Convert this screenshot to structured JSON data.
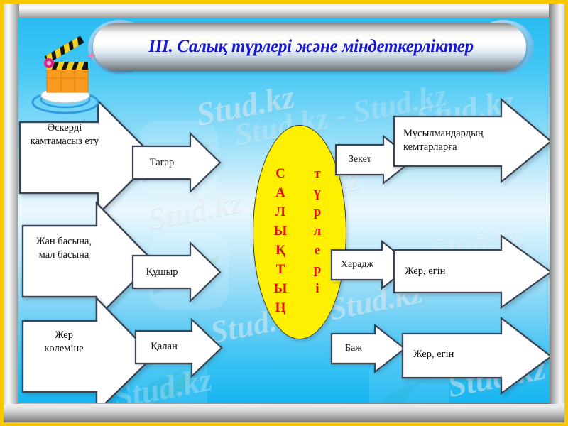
{
  "slide": {
    "title": "III. Салық түрлері және міндеткерліктер",
    "accent_blue": "#1616d6",
    "frame_gold": "#f7c800",
    "background_cyan": "#29bdf2",
    "ellipse_yellow": "#ffef00",
    "ellipse_text_red": "#e81010",
    "clapper_icon": "film-clapperboard-icon"
  },
  "center": {
    "column_left": "САЛЫҚТЫҢ",
    "column_right": "түрлері",
    "column_left_letters": [
      "С",
      "А",
      "Л",
      "Ы",
      "Қ",
      "Т",
      "Ы",
      "Ң"
    ],
    "column_right_letters": [
      "т",
      "ү",
      "р",
      "л",
      "е",
      "р",
      "і"
    ]
  },
  "left_rows": [
    {
      "purpose": "Әскерді қамтамасыз ету",
      "tax": "Тағар"
    },
    {
      "purpose": "Жан басына,\nмал басына",
      "tax": "Құшыр"
    },
    {
      "purpose": "Жер\nкөлеміне",
      "tax": "Қалан"
    }
  ],
  "right_rows": [
    {
      "tax": "Зекет",
      "target": "Мұсылмандардың кемтарларға"
    },
    {
      "tax": "Харадж",
      "target": "Жер, егін"
    },
    {
      "tax": "Баж",
      "target": "Жер, егін"
    }
  ],
  "watermarks": {
    "text_primary": "Stud.kz",
    "text_full": "Stud.kz - Stud.kz",
    "logo": "hummingbird-logo-watermark"
  }
}
